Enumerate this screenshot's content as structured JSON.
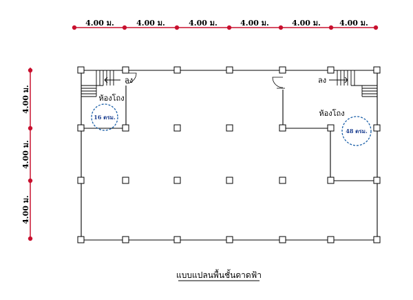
{
  "dimensions": {
    "horizontal": [
      "4.00 ม.",
      "4.00 ม.",
      "4.00 ม.",
      "4.00 ม.",
      "4.00 ม.",
      "4.00 ม."
    ],
    "vertical": [
      "4.00 ม.",
      "4.00 ม.",
      "4.00 ม."
    ]
  },
  "rooms": {
    "left": {
      "label": "ห้องโถง",
      "area": "16 ตรม."
    },
    "right": {
      "label": "ห้องโถง",
      "area": "48 ตรม."
    }
  },
  "stairs": {
    "left_label": "ลง",
    "right_label": "ลง"
  },
  "title": "แบบแปลนพื้นชั้นดาดฟ้า",
  "colors": {
    "dimension_line": "#c8102e",
    "area_circle": "#1a5fa8",
    "walls": "#000000"
  }
}
